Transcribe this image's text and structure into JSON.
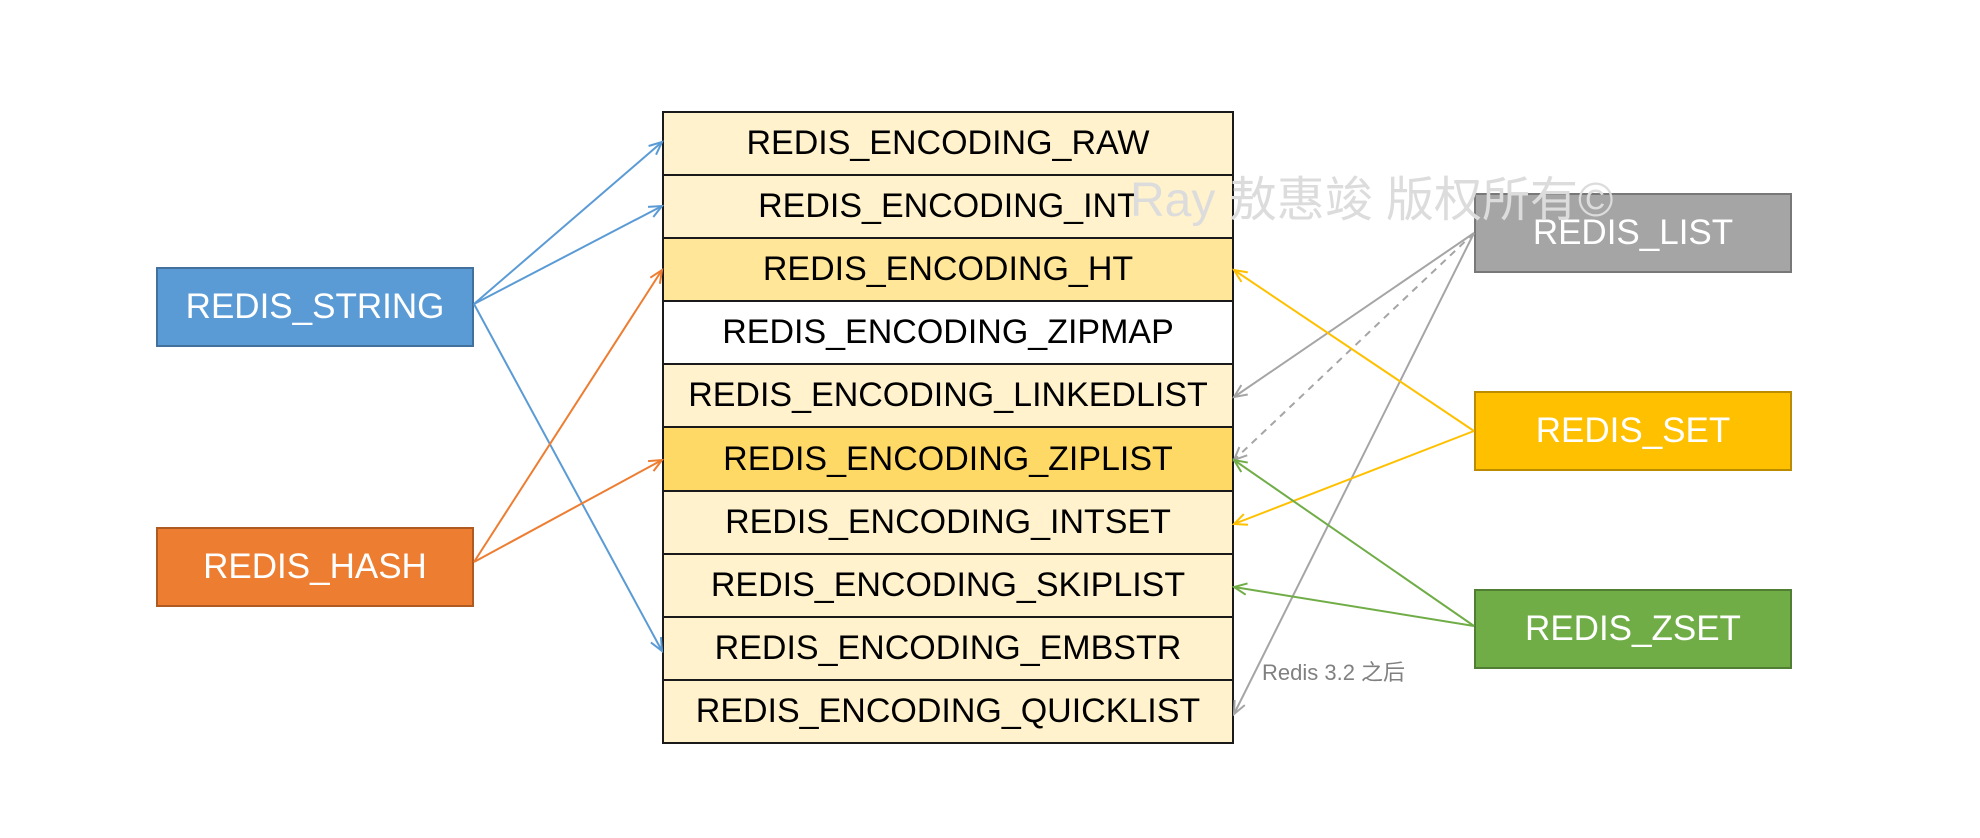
{
  "encodings": [
    {
      "label": "REDIS_ENCODING_RAW",
      "fill": "#fff2cc"
    },
    {
      "label": "REDIS_ENCODING_INT",
      "fill": "#fff2cc"
    },
    {
      "label": "REDIS_ENCODING_HT",
      "fill": "#ffe699"
    },
    {
      "label": "REDIS_ENCODING_ZIPMAP",
      "fill": "#ffffff"
    },
    {
      "label": "REDIS_ENCODING_LINKEDLIST",
      "fill": "#fff2cc"
    },
    {
      "label": "REDIS_ENCODING_ZIPLIST",
      "fill": "#ffd966"
    },
    {
      "label": "REDIS_ENCODING_INTSET",
      "fill": "#fff2cc"
    },
    {
      "label": "REDIS_ENCODING_SKIPLIST",
      "fill": "#fff2cc"
    },
    {
      "label": "REDIS_ENCODING_EMBSTR",
      "fill": "#fff2cc"
    },
    {
      "label": "REDIS_ENCODING_QUICKLIST",
      "fill": "#fff2cc"
    }
  ],
  "types": {
    "string": {
      "label": "REDIS_STRING",
      "color": "#5b9bd5"
    },
    "hash": {
      "label": "REDIS_HASH",
      "color": "#ed7d31"
    },
    "list": {
      "label": "REDIS_LIST",
      "color": "#a5a5a5"
    },
    "set": {
      "label": "REDIS_SET",
      "color": "#ffc000"
    },
    "zset": {
      "label": "REDIS_ZSET",
      "color": "#70ad47"
    }
  },
  "links": [
    {
      "from": "string",
      "to": 0
    },
    {
      "from": "string",
      "to": 1
    },
    {
      "from": "string",
      "to": 8
    },
    {
      "from": "hash",
      "to": 2
    },
    {
      "from": "hash",
      "to": 5
    },
    {
      "from": "list",
      "to": 4
    },
    {
      "from": "list",
      "to": 5,
      "dashed": true
    },
    {
      "from": "list",
      "to": 9
    },
    {
      "from": "set",
      "to": 2
    },
    {
      "from": "set",
      "to": 6
    },
    {
      "from": "zset",
      "to": 5
    },
    {
      "from": "zset",
      "to": 7
    }
  ],
  "watermark": "Ray 敖惠竣 版权所有©",
  "note": "Redis 3.2 之后"
}
